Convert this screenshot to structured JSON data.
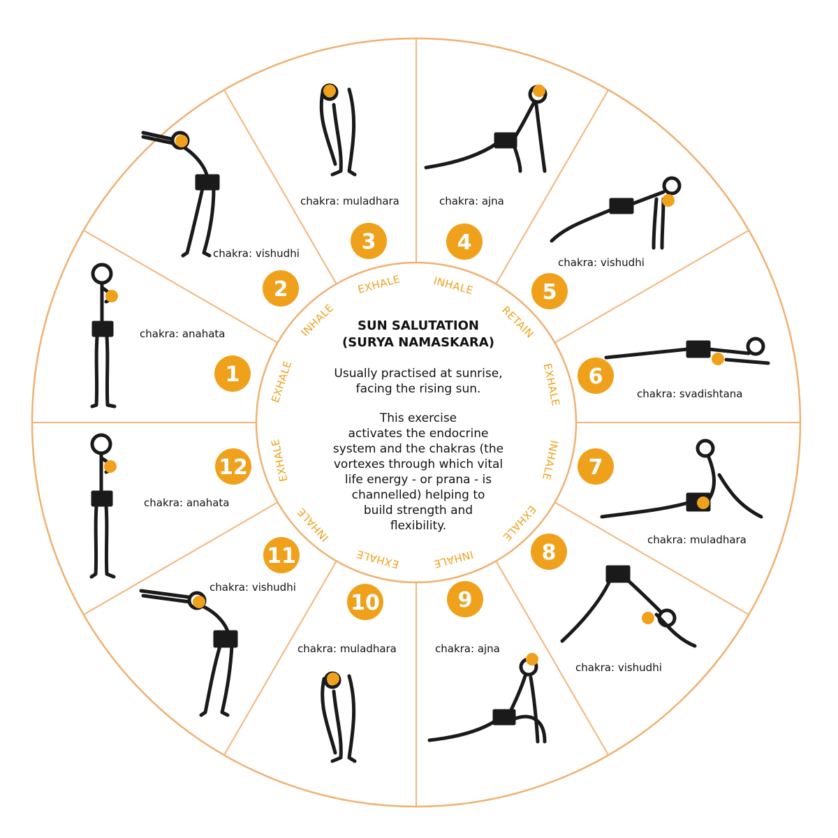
{
  "title": {
    "line1": "SUN SALUTATION",
    "line2": "(SURYA NAMASKARA)"
  },
  "description": {
    "para1": [
      "Usually practised at sunrise,",
      "facing the rising sun."
    ],
    "para2": [
      "This exercise",
      "activates the endocrine",
      "system and the chakras (the",
      "vortexes through which vital",
      "life energy - or prana - is",
      "channelled) helping to",
      "build strength and",
      "flexibility."
    ]
  },
  "breath_labels": [
    "EXHALE",
    "INHALE",
    "EXHALE",
    "INHALE",
    "RETAIN",
    "EXHALE",
    "INHALE",
    "EXHALE",
    "INHALE",
    "EXHALE",
    "INHALE",
    "EXHALE"
  ],
  "poses": [
    {
      "number": "1",
      "chakra": "chakra: anahata",
      "figure": "standing-prayer"
    },
    {
      "number": "2",
      "chakra": "chakra: vishudhi",
      "figure": "raised-arms-backbend"
    },
    {
      "number": "3",
      "chakra": "chakra: muladhara",
      "figure": "forward-fold"
    },
    {
      "number": "4",
      "chakra": "chakra: ajna",
      "figure": "low-lunge"
    },
    {
      "number": "5",
      "chakra": "chakra: vishudhi",
      "figure": "plank"
    },
    {
      "number": "6",
      "chakra": "chakra: svadishtana",
      "figure": "eight-limbed-prostration"
    },
    {
      "number": "7",
      "chakra": "chakra: muladhara",
      "figure": "cobra"
    },
    {
      "number": "8",
      "chakra": "chakra: vishudhi",
      "figure": "downward-dog"
    },
    {
      "number": "9",
      "chakra": "chakra: ajna",
      "figure": "low-lunge"
    },
    {
      "number": "10",
      "chakra": "chakra: muladhara",
      "figure": "forward-fold"
    },
    {
      "number": "11",
      "chakra": "chakra: vishudhi",
      "figure": "raised-arms-backbend"
    },
    {
      "number": "12",
      "chakra": "chakra: anahata",
      "figure": "standing-prayer"
    }
  ],
  "colors": {
    "accent": "#f0a11c",
    "ring": "#f0b070",
    "lines": "#f2b57a",
    "figure": "#1a1a1a"
  }
}
